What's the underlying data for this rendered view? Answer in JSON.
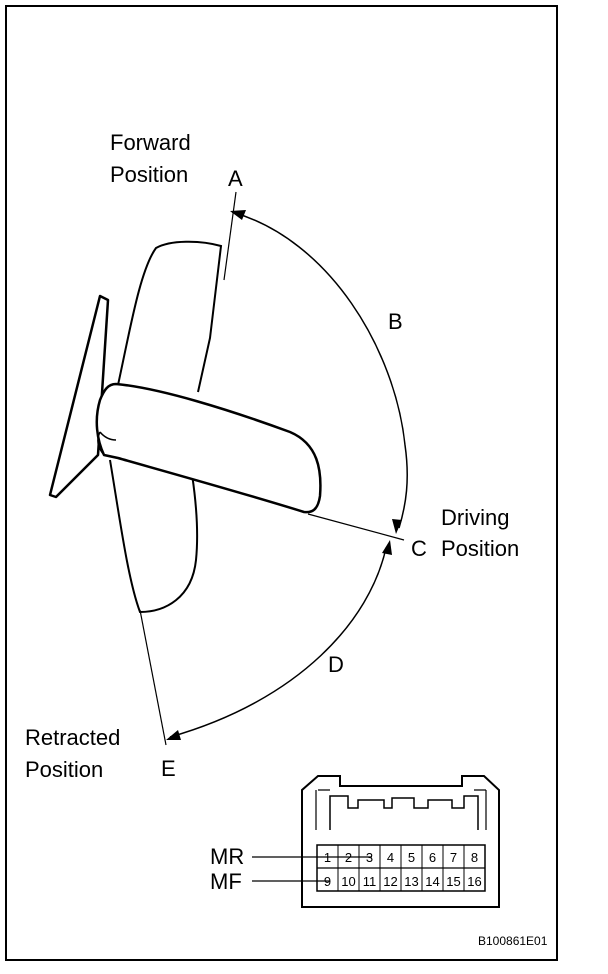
{
  "labels": {
    "forward": [
      "Forward",
      "Position"
    ],
    "driving": [
      "Driving",
      "Position"
    ],
    "retracted": [
      "Retracted",
      "Position"
    ],
    "points": {
      "a": "A",
      "b": "B",
      "c": "C",
      "d": "D",
      "e": "E"
    }
  },
  "connector": {
    "rows": [
      {
        "name": "MR",
        "pins": [
          "1",
          "2",
          "3",
          "4",
          "5",
          "6",
          "7",
          "8"
        ]
      },
      {
        "name": "MF",
        "pins": [
          "9",
          "10",
          "11",
          "12",
          "13",
          "14",
          "15",
          "16"
        ]
      }
    ]
  },
  "figure_code": "B100861E01"
}
